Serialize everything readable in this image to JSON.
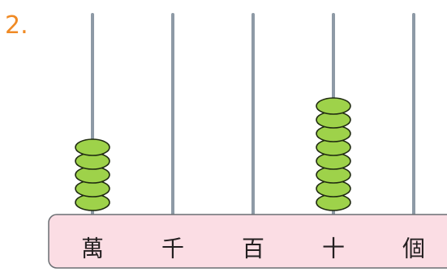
{
  "question": {
    "number": "2."
  },
  "abacus": {
    "colors": {
      "bead_fill": "#9ed24a",
      "bead_stroke": "#1f2a10",
      "rod": "#8e9aa6",
      "base_fill": "#fbdde4",
      "base_stroke": "#6b6f73",
      "question_number": "#f08a24"
    },
    "rods": [
      {
        "label": "萬",
        "beads": 5
      },
      {
        "label": "千",
        "beads": 0
      },
      {
        "label": "百",
        "beads": 0
      },
      {
        "label": "十",
        "beads": 8
      },
      {
        "label": "個",
        "beads": 0
      }
    ]
  }
}
